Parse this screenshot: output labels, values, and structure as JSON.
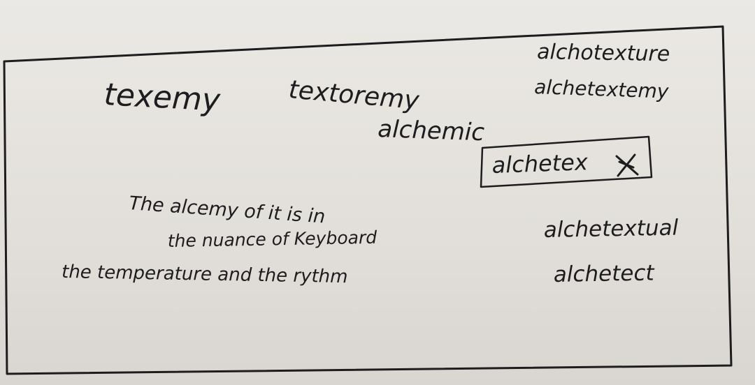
{
  "sheet": {
    "colors": {
      "paper": "#e6e3de",
      "ink": "#1d1c1f"
    }
  },
  "words": {
    "texemy": "texemy",
    "textoremy": "textoremy",
    "alchemic": "alchemic",
    "alchotexture": "alchotexture",
    "alchetextemy": "alchetextemy",
    "alchetex_boxed": "alchetex",
    "alchetextual": "alchetextual",
    "alchetect": "alchetect"
  },
  "sentence": {
    "line1": "The alcemy of it is in",
    "line2": "the nuance of Keyboard",
    "line3": "the temperature and the rythm"
  }
}
